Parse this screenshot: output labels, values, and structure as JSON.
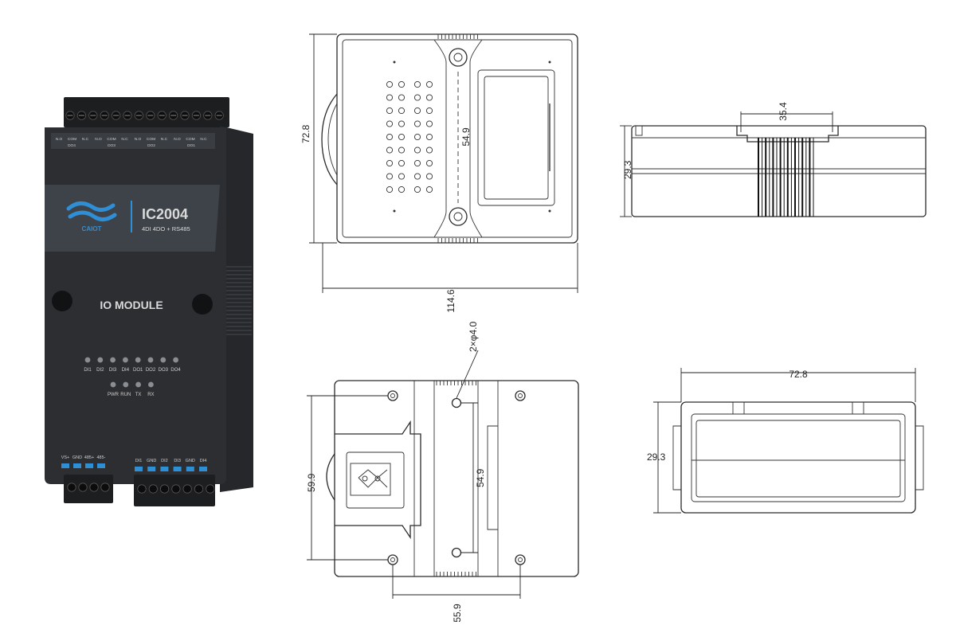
{
  "device": {
    "model": "IC2004",
    "spec": "4DI 4DO + RS485",
    "brand": "CAIOT",
    "panel_label": "IO MODULE",
    "top_terminal_labels": [
      "N.O",
      "COM",
      "N.C",
      "N.O",
      "COM",
      "N.C",
      "N.O",
      "COM",
      "N.C",
      "N.O",
      "COM",
      "N.C"
    ],
    "top_group_labels": [
      "DO4",
      "DO3",
      "DO2",
      "DO1"
    ],
    "led_row1": [
      "DI1",
      "DI2",
      "DI3",
      "DI4",
      "DO1",
      "DO2",
      "DO3",
      "DO4"
    ],
    "led_row2": [
      "PWR",
      "RUN",
      "TX",
      "RX"
    ],
    "bottom_left_labels": [
      "VS+",
      "GND",
      "485+",
      "485-"
    ],
    "bottom_right_labels": [
      "DI1",
      "GND",
      "DI2",
      "DI3",
      "GND",
      "DI4"
    ],
    "colors": {
      "body": "#2c2e32",
      "band": "#3e434a",
      "accent": "#2f8fd6"
    }
  },
  "dimensions": {
    "top_view": {
      "width": "114.6",
      "height": "72.8",
      "hole_spacing": "54.9"
    },
    "side_view": {
      "height": "29.3",
      "slot": "35.4"
    },
    "bottom_view": {
      "hole_callout": "2×φ4.0",
      "hole_spacing_v": "54.9",
      "clip_height": "59.9",
      "hole_spacing_h": "55.9"
    },
    "end_view": {
      "width": "72.8",
      "height": "29.3"
    }
  }
}
